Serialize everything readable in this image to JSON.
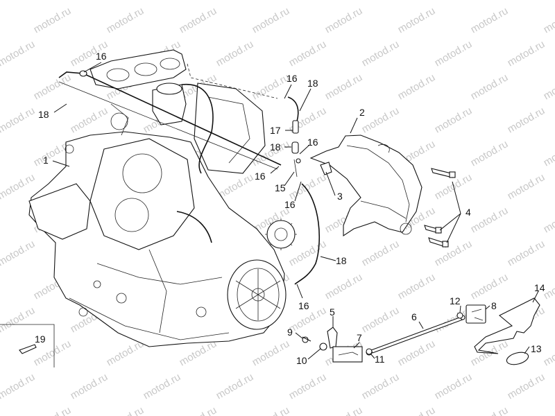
{
  "watermark": "motod.ru",
  "callouts": [
    "16",
    "18",
    "1",
    "16",
    "18",
    "2",
    "17",
    "18",
    "16",
    "16",
    "15",
    "3",
    "16",
    "4",
    "18",
    "16",
    "12",
    "8",
    "14",
    "5",
    "6",
    "9",
    "7",
    "13",
    "10",
    "11",
    "19"
  ]
}
